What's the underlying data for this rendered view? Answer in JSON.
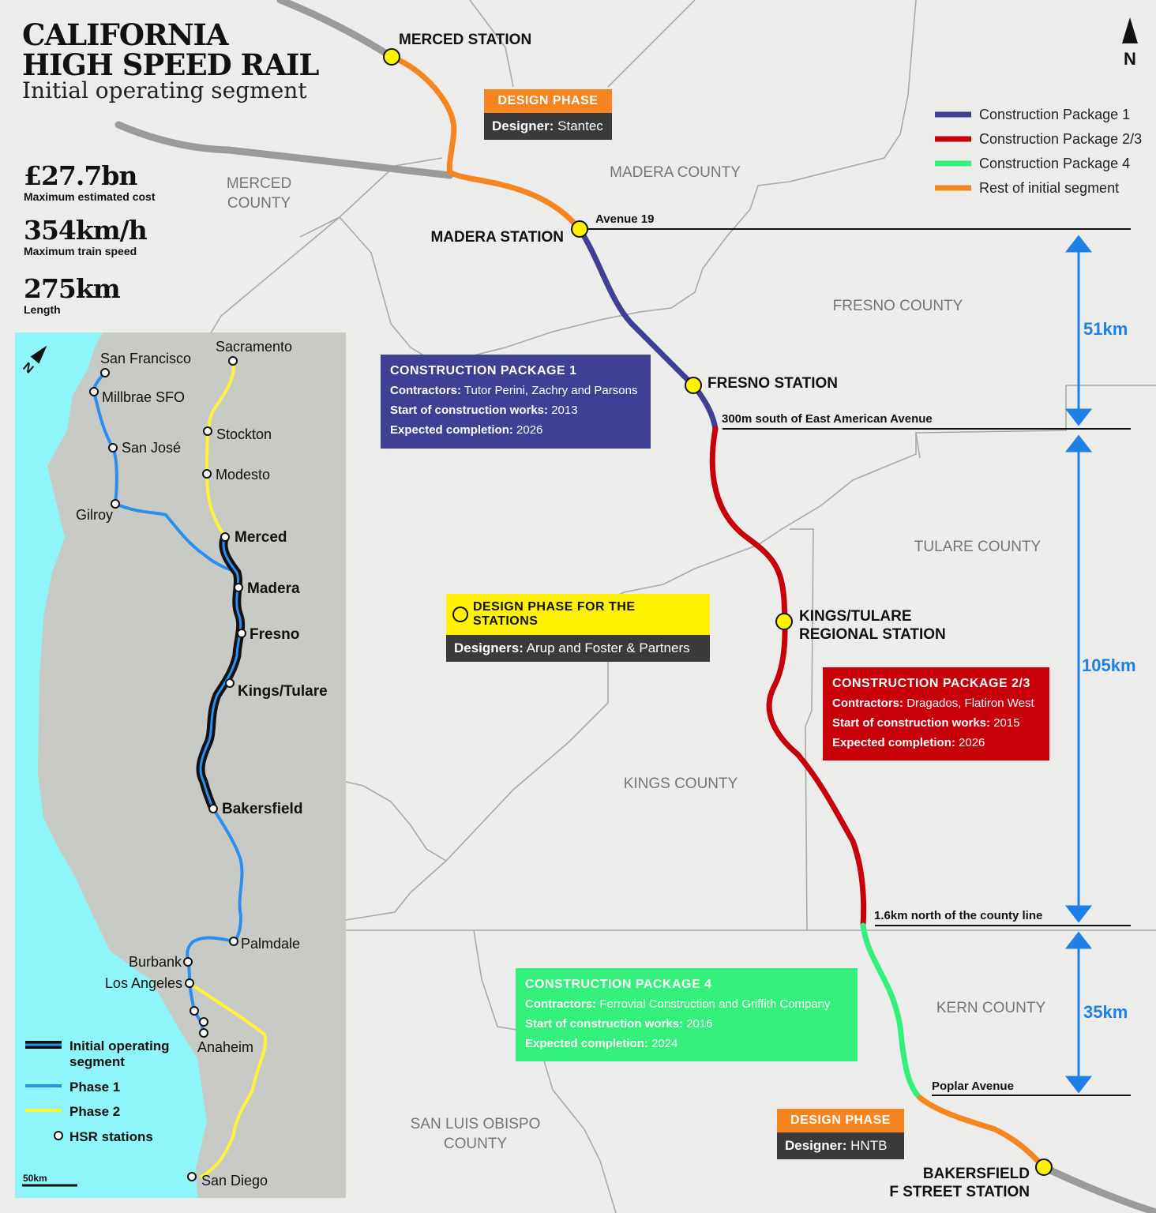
{
  "title": {
    "line1": "CALIFORNIA",
    "line2": "HIGH SPEED RAIL",
    "subtitle": "Initial operating segment"
  },
  "stats": [
    {
      "value": "£27.7bn",
      "label": "Maximum estimated cost"
    },
    {
      "value": "354km/h",
      "label": "Maximum train speed"
    },
    {
      "value": "275km",
      "label": "Length"
    }
  ],
  "north_label": "N",
  "colors": {
    "package1": "#3f3f95",
    "package23": "#c70009",
    "package4": "#33f07a",
    "rest": "#f7851f",
    "station": "#fff200",
    "distance": "#1e7fe6",
    "phase1": "#2b8ff0",
    "phase2": "#fff23a",
    "sea": "#8ef5fb",
    "land": "#c8cbc5"
  },
  "legend": [
    {
      "label": "Construction Package 1",
      "color": "#3f3f95"
    },
    {
      "label": "Construction Package 2/3",
      "color": "#c70009"
    },
    {
      "label": "Construction Package 4",
      "color": "#33f07a"
    },
    {
      "label": "Rest of initial segment",
      "color": "#f7851f"
    }
  ],
  "counties": {
    "merced_1": "MERCED",
    "merced_2": "COUNTY",
    "madera": "MADERA COUNTY",
    "fresno": "FRESNO COUNTY",
    "tulare": "TULARE COUNTY",
    "kings": "KINGS COUNTY",
    "kern": "KERN COUNTY",
    "slo_1": "SAN LUIS OBISPO",
    "slo_2": "COUNTY"
  },
  "stations": {
    "merced": "MERCED STATION",
    "madera": "MADERA STATION",
    "fresno": "FRESNO STATION",
    "kings_1": "KINGS/TULARE",
    "kings_2": "REGIONAL STATION",
    "bakersfield_1": "BAKERSFIELD",
    "bakersfield_2": "F STREET STATION"
  },
  "boundaries": {
    "avenue19": "Avenue 19",
    "american": "300m south of East American Avenue",
    "countyline": "1.6km north of the county line",
    "poplar": "Poplar Avenue"
  },
  "distances": {
    "d1": "51km",
    "d2": "105km",
    "d3": "35km"
  },
  "design_north": {
    "phase": "DESIGN PHASE",
    "label": "Designer:",
    "value": "Stantec"
  },
  "design_south": {
    "phase": "DESIGN PHASE",
    "label": "Designer:",
    "value": "HNTB"
  },
  "design_stations": {
    "phase": "DESIGN PHASE FOR THE STATIONS",
    "label": "Designers:",
    "value": "Arup and Foster & Partners"
  },
  "package1": {
    "title": "CONSTRUCTION PACKAGE 1",
    "contractors_label": "Contractors:",
    "contractors": "Tutor Perini, Zachry and Parsons",
    "start_label": "Start of construction works:",
    "start": "2013",
    "completion_label": "Expected completion:",
    "completion": "2026"
  },
  "package23": {
    "title": "CONSTRUCTION PACKAGE 2/3",
    "contractors_label": "Contractors:",
    "contractors": "Dragados, Flatiron West",
    "start_label": "Start of construction works:",
    "start": "2015",
    "completion_label": "Expected completion:",
    "completion": "2026"
  },
  "package4": {
    "title": "CONSTRUCTION PACKAGE 4",
    "contractors_label": "Contractors:",
    "contractors": "Ferrovial Construction and Griffith Company",
    "start_label": "Start of construction works:",
    "start": "2016",
    "completion_label": "Expected completion:",
    "completion": "2024"
  },
  "inset": {
    "cities": {
      "san_francisco": "San Francisco",
      "millbrae": "Millbrae SFO",
      "san_jose": "San José",
      "gilroy": "Gilroy",
      "sacramento": "Sacramento",
      "stockton": "Stockton",
      "modesto": "Modesto",
      "merced": "Merced",
      "madera": "Madera",
      "fresno": "Fresno",
      "kings": "Kings/Tulare",
      "bakersfield": "Bakersfield",
      "palmdale": "Palmdale",
      "burbank": "Burbank",
      "los_angeles": "Los Angeles",
      "anaheim": "Anaheim",
      "san_diego": "San Diego"
    },
    "legend": {
      "initial_1": "Initial operating",
      "initial_2": "segment",
      "phase1": "Phase 1",
      "phase2": "Phase 2",
      "stations": "HSR stations"
    },
    "scale": "50km"
  }
}
